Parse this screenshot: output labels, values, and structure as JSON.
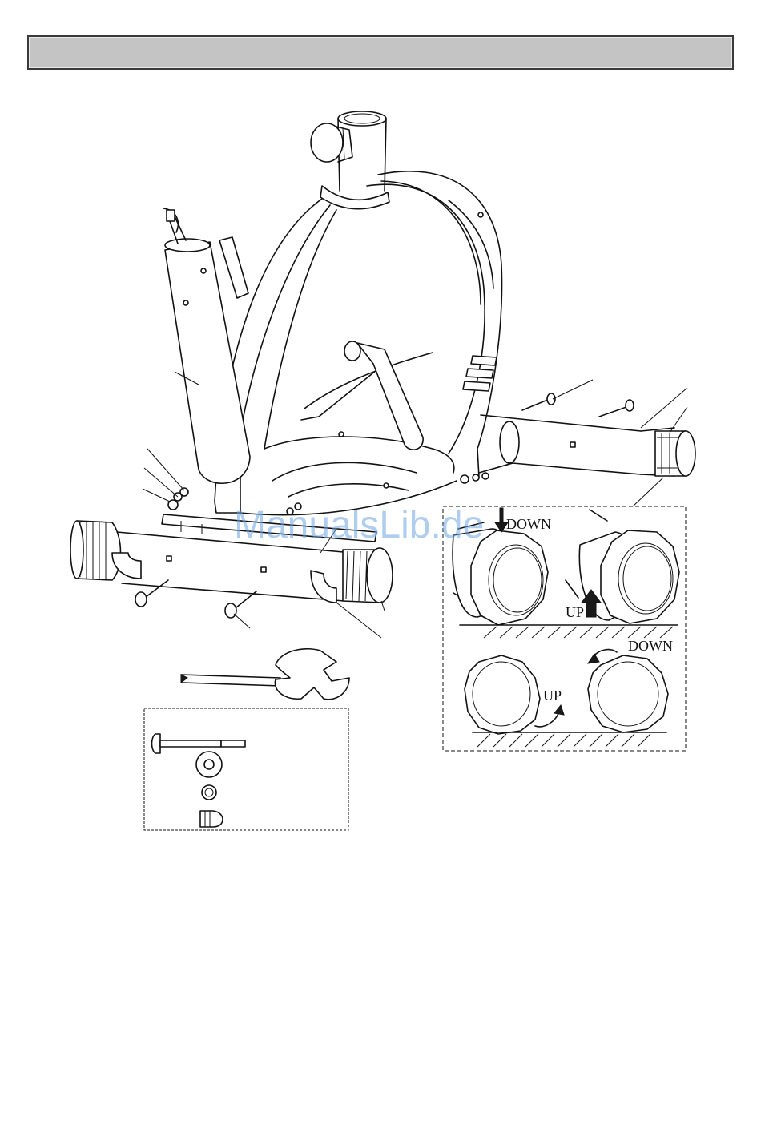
{
  "detail": {
    "labels": {
      "down_top": "DOWN",
      "up_top": "UP",
      "up_bottom": "UP",
      "down_bottom": "DOWN"
    }
  },
  "watermark": "ManualsLib.de"
}
